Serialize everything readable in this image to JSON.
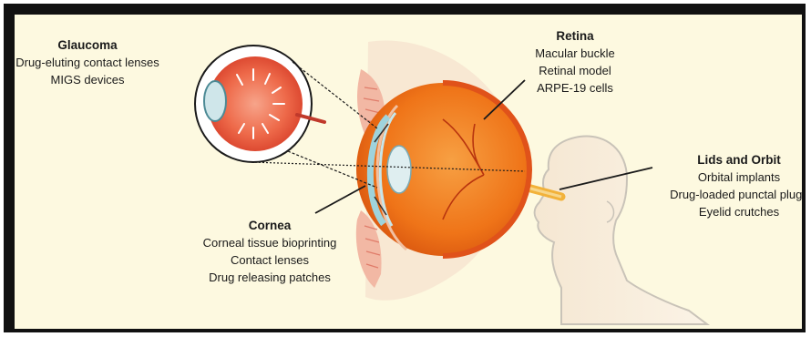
{
  "groups": {
    "glaucoma": {
      "title": "Glaucoma",
      "items": [
        "Drug-eluting contact lenses",
        "MIGS devices"
      ]
    },
    "retina": {
      "title": "Retina",
      "items": [
        "Macular buckle",
        "Retinal model",
        "ARPE-19 cells"
      ]
    },
    "lids": {
      "title": "Lids and Orbit",
      "items": [
        "Orbital implants",
        "Drug-loaded punctal plugs",
        "Eyelid crutches"
      ]
    },
    "cornea": {
      "title": "Cornea",
      "items": [
        "Corneal tissue bioprinting",
        "Contact lenses",
        "Drug releasing patches"
      ]
    }
  },
  "colors": {
    "background": "#fdf9e0",
    "frame": "#111111",
    "eyeball": "#f07a1c",
    "retina_layer": "#e8561a",
    "cornea": "#9fd3dc",
    "lid_tissue": "#f2b8a4",
    "head_outline": "#c9c3b8"
  }
}
